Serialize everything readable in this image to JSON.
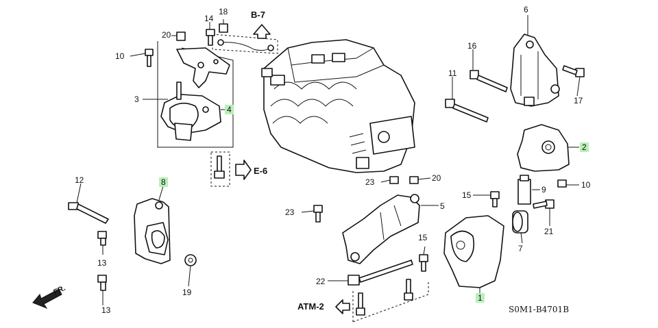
{
  "diagram": {
    "code": "S0M1-B4701B",
    "front_label": "FR.",
    "refs": {
      "b7": "B-7",
      "e6": "E-6",
      "atm2": "ATM-2"
    },
    "callouts": [
      {
        "id": "18",
        "text": "18",
        "highlighted": false
      },
      {
        "id": "14",
        "text": "14",
        "highlighted": false
      },
      {
        "id": "20a",
        "text": "20",
        "highlighted": false
      },
      {
        "id": "10a",
        "text": "10",
        "highlighted": false
      },
      {
        "id": "3",
        "text": "3",
        "highlighted": false
      },
      {
        "id": "4",
        "text": "4",
        "highlighted": true
      },
      {
        "id": "12",
        "text": "12",
        "highlighted": false
      },
      {
        "id": "8",
        "text": "8",
        "highlighted": true
      },
      {
        "id": "13a",
        "text": "13",
        "highlighted": false
      },
      {
        "id": "13b",
        "text": "13",
        "highlighted": false
      },
      {
        "id": "19",
        "text": "19",
        "highlighted": false
      },
      {
        "id": "6",
        "text": "6",
        "highlighted": false
      },
      {
        "id": "16",
        "text": "16",
        "highlighted": false
      },
      {
        "id": "11",
        "text": "11",
        "highlighted": false
      },
      {
        "id": "17",
        "text": "17",
        "highlighted": false
      },
      {
        "id": "2",
        "text": "2",
        "highlighted": true
      },
      {
        "id": "9",
        "text": "9",
        "highlighted": false
      },
      {
        "id": "10b",
        "text": "10",
        "highlighted": false
      },
      {
        "id": "23a",
        "text": "23",
        "highlighted": false
      },
      {
        "id": "20b",
        "text": "20",
        "highlighted": false
      },
      {
        "id": "15a",
        "text": "15",
        "highlighted": false
      },
      {
        "id": "5",
        "text": "5",
        "highlighted": false
      },
      {
        "id": "23b",
        "text": "23",
        "highlighted": false
      },
      {
        "id": "21",
        "text": "21",
        "highlighted": false
      },
      {
        "id": "15b",
        "text": "15",
        "highlighted": false
      },
      {
        "id": "7",
        "text": "7",
        "highlighted": false
      },
      {
        "id": "22",
        "text": "22",
        "highlighted": false
      },
      {
        "id": "1",
        "text": "1",
        "highlighted": true
      }
    ]
  }
}
